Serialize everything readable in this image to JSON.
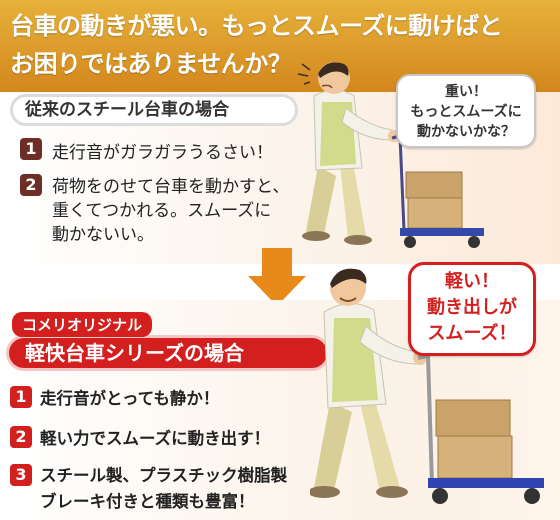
{
  "header": {
    "line1": "台車の動きが悪い。もっとスムーズに動けばと",
    "line2": "お困りではありませんか？"
  },
  "conventional": {
    "title": "従来のスチール台車の場合",
    "items": [
      {
        "num": "1",
        "lines": [
          "走行音がガラガラうるさい！"
        ]
      },
      {
        "num": "2",
        "lines": [
          "荷物をのせて台車を動かすと、",
          "重くてつかれる。スムーズに",
          "動かないい。"
        ]
      }
    ],
    "bubble": [
      "重い！",
      "もっとスムーズに",
      "動かないかな？"
    ]
  },
  "komeri": {
    "tag": "コメリオリジナル",
    "title": "軽快台車シリーズの場合",
    "items": [
      {
        "num": "1",
        "lines": [
          "走行音がとっても静か！"
        ]
      },
      {
        "num": "2",
        "lines": [
          "軽い力でスムーズに動き出す！"
        ]
      },
      {
        "num": "3",
        "lines": [
          "スチール製、プラスチック樹脂製",
          "ブレーキ付きと種類も豊富！"
        ]
      }
    ],
    "bubble": [
      "軽い！",
      "動き出しが",
      "スムーズ！"
    ]
  },
  "colors": {
    "header": "#d98f22",
    "old_number": "#6e2d27",
    "new_accent": "#d41f1f",
    "arrow": "#e88a1a"
  },
  "icons": [
    "down-arrow-icon",
    "worker-with-cart-illustration"
  ]
}
